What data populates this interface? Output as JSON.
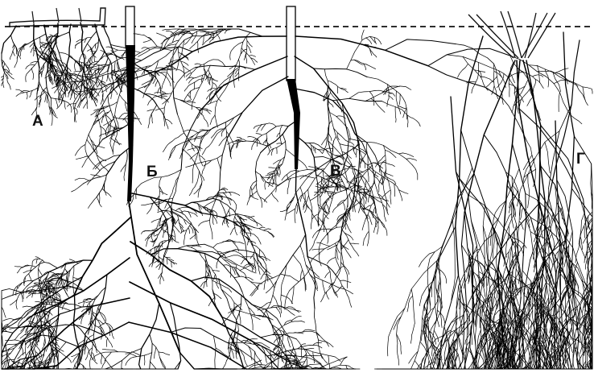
{
  "diagram": {
    "panels": [
      {
        "id": "A",
        "label": "А",
        "root_type": "shallow-fibrous"
      },
      {
        "id": "B",
        "label": "Б",
        "root_type": "deep-taproot"
      },
      {
        "id": "V",
        "label": "В",
        "root_type": "spreading-taproot"
      },
      {
        "id": "G",
        "label": "Г",
        "root_type": "clustered-fibrous"
      }
    ],
    "colors": {
      "ink": "#000000",
      "background": "#ffffff"
    }
  }
}
